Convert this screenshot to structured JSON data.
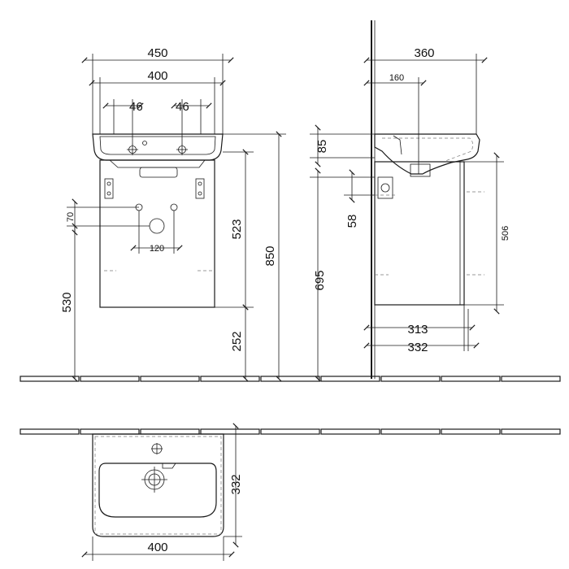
{
  "front_view": {
    "basin_width": "450",
    "unit_width": "400",
    "tap_left_offset": "46",
    "tap_right_offset": "46",
    "basin_thickness": "85",
    "cabinet_height": "523",
    "floor_to_cabinet": "252",
    "floor_to_basin_top": "850",
    "drain_offset": "70",
    "drain_spacing": "120",
    "drain_height": "530"
  },
  "side_view": {
    "basin_depth": "360",
    "tap_offset": "160",
    "waste_height": "58",
    "floor_to_trap": "695",
    "cabinet_height": "506",
    "cabinet_depth_inner": "313",
    "cabinet_depth_outer": "332"
  },
  "top_view": {
    "depth": "332",
    "width": "400"
  }
}
